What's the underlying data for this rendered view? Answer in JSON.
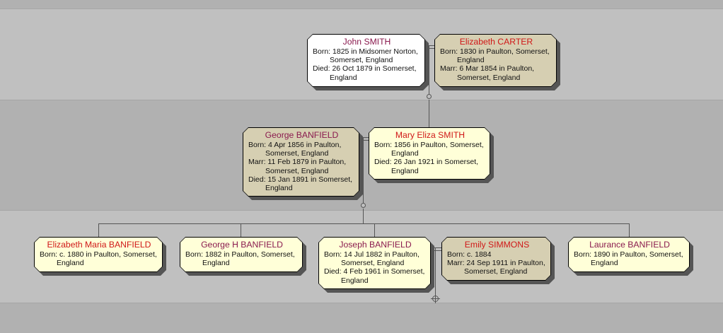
{
  "colors": {
    "male_name": "#8a1a4e",
    "female_name": "#d01818",
    "box_white": "#ffffff",
    "box_cream": "#ffffd8",
    "box_tan": "#d6cfb2",
    "band_light": "#c0c0c0",
    "band_dark": "#b1b1b1"
  },
  "generations": [
    {
      "level": 1,
      "people": [
        {
          "id": "john-smith",
          "name": "John SMITH",
          "sex": "male",
          "born_label": "Born:",
          "born": "1825 in Midsomer Norton,",
          "born_cont": "Somerset, England",
          "died_label": "Died:",
          "died": "26 Oct 1879 in Somerset,",
          "died_cont": "England"
        },
        {
          "id": "elizabeth-carter",
          "name": "Elizabeth CARTER",
          "sex": "female",
          "born_label": "Born:",
          "born": "1830 in Paulton, Somerset,",
          "born_cont": "England",
          "marr_label": "Marr:",
          "marr": "6 Mar 1854 in Paulton,",
          "marr_cont": "Somerset, England"
        }
      ]
    },
    {
      "level": 2,
      "people": [
        {
          "id": "george-banfield",
          "name": "George BANFIELD",
          "sex": "male",
          "born_label": "Born:",
          "born": "4 Apr 1856 in Paulton,",
          "born_cont": "Somerset, England",
          "marr_label": "Marr:",
          "marr": "11 Feb 1879 in Paulton,",
          "marr_cont": "Somerset, England",
          "died_label": "Died:",
          "died": "15 Jan 1891 in Somerset,",
          "died_cont": "England"
        },
        {
          "id": "mary-eliza-smith",
          "name": "Mary Eliza SMITH",
          "sex": "female",
          "born_label": "Born:",
          "born": "1856 in Paulton, Somerset,",
          "born_cont": "England",
          "died_label": "Died:",
          "died": "26 Jan 1921 in Somerset,",
          "died_cont": "England"
        }
      ]
    },
    {
      "level": 3,
      "people": [
        {
          "id": "elizabeth-maria-banfield",
          "name": "Elizabeth Maria BANFIELD",
          "sex": "female",
          "born_label": "Born:",
          "born": "c. 1880 in Paulton, Somerset,",
          "born_cont": "England"
        },
        {
          "id": "george-h-banfield",
          "name": "George H BANFIELD",
          "sex": "male",
          "born_label": "Born:",
          "born": "1882 in Paulton, Somerset,",
          "born_cont": "England"
        },
        {
          "id": "joseph-banfield",
          "name": "Joseph BANFIELD",
          "sex": "male",
          "born_label": "Born:",
          "born": "14 Jul 1882 in Paulton,",
          "born_cont": "Somerset, England",
          "died_label": "Died:",
          "died": "4 Feb 1961 in Somerset,",
          "died_cont": "England"
        },
        {
          "id": "emily-simmons",
          "name": "Emily SIMMONS",
          "sex": "female",
          "born_label": "Born:",
          "born": "c. 1884",
          "marr_label": "Marr:",
          "marr": "24 Sep 1911 in Paulton,",
          "marr_cont": "Somerset, England"
        },
        {
          "id": "laurance-banfield",
          "name": "Laurance BANFIELD",
          "sex": "male",
          "born_label": "Born:",
          "born": "1890 in Paulton, Somerset,",
          "born_cont": "England"
        }
      ]
    }
  ]
}
